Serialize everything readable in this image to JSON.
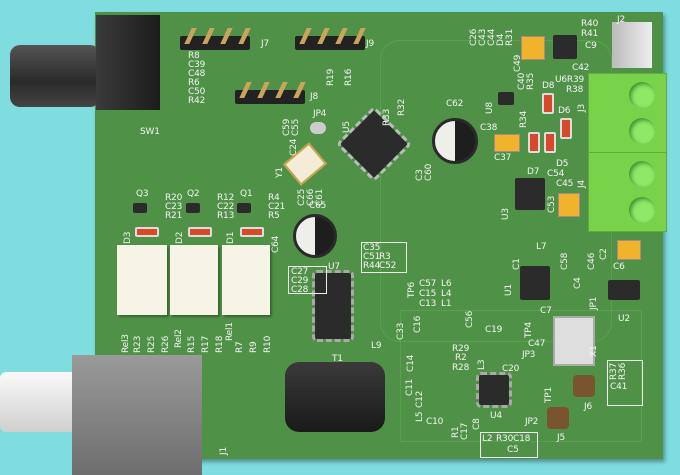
{
  "scene": {
    "type": "pcb-3d-render",
    "colors": {
      "background": "#7fdde0",
      "board": "#4f9146",
      "silkscreen": "#f4f4f4",
      "terminal": "#78d34a",
      "tantalum": "#f2b32c"
    }
  },
  "labels": [
    "SW1",
    "J7",
    "J9",
    "J8",
    "R8",
    "C39",
    "C48",
    "R6",
    "C50",
    "R42",
    "R19",
    "R16",
    "C26",
    "C43",
    "C44",
    "D4",
    "R31",
    "R40",
    "R41",
    "J2",
    "C9",
    "C42",
    "U6R39",
    "R38",
    "J3",
    "C49",
    "C40",
    "R35",
    "U8",
    "R34",
    "D8",
    "D6",
    "C38",
    "C37",
    "D5",
    "D7",
    "C54",
    "C45",
    "J4",
    "U3",
    "C53",
    "JP4",
    "U5",
    "R33",
    "R32",
    "C62",
    "C59",
    "C55",
    "C24",
    "Y1",
    "C3",
    "C60",
    "C25",
    "C66",
    "C61",
    "Q3",
    "R20",
    "C23",
    "R21",
    "Q2",
    "R12",
    "C22",
    "R13",
    "Q1",
    "R4",
    "C21",
    "R5",
    "D3",
    "D2",
    "D1",
    "C64",
    "C65",
    "C35",
    "C51",
    "R3",
    "R44",
    "C52",
    "C27",
    "C29",
    "C28",
    "U7",
    "TP6",
    "L9",
    "T1",
    "Rel3",
    "R23",
    "R25",
    "R26",
    "Rel2",
    "R15",
    "R17",
    "R18",
    "Rel1",
    "R7",
    "R9",
    "R10",
    "C57",
    "L6",
    "C15",
    "L4",
    "C13",
    "L1",
    "C56",
    "C16",
    "C33",
    "C14",
    "C19",
    "R29",
    "R2",
    "R28",
    "L3",
    "C20",
    "C11",
    "C12",
    "L5",
    "C10",
    "R1",
    "C17",
    "C8",
    "U4",
    "JP2",
    "L2",
    "R30",
    "C18",
    "C5",
    "C1",
    "L7",
    "C58",
    "C46",
    "C2",
    "C6",
    "U1",
    "C4",
    "JP1",
    "U2",
    "C7",
    "TP4",
    "X1",
    "C47",
    "JP3",
    "R37",
    "R36",
    "C41",
    "TP1",
    "J6",
    "J5",
    "J1"
  ]
}
